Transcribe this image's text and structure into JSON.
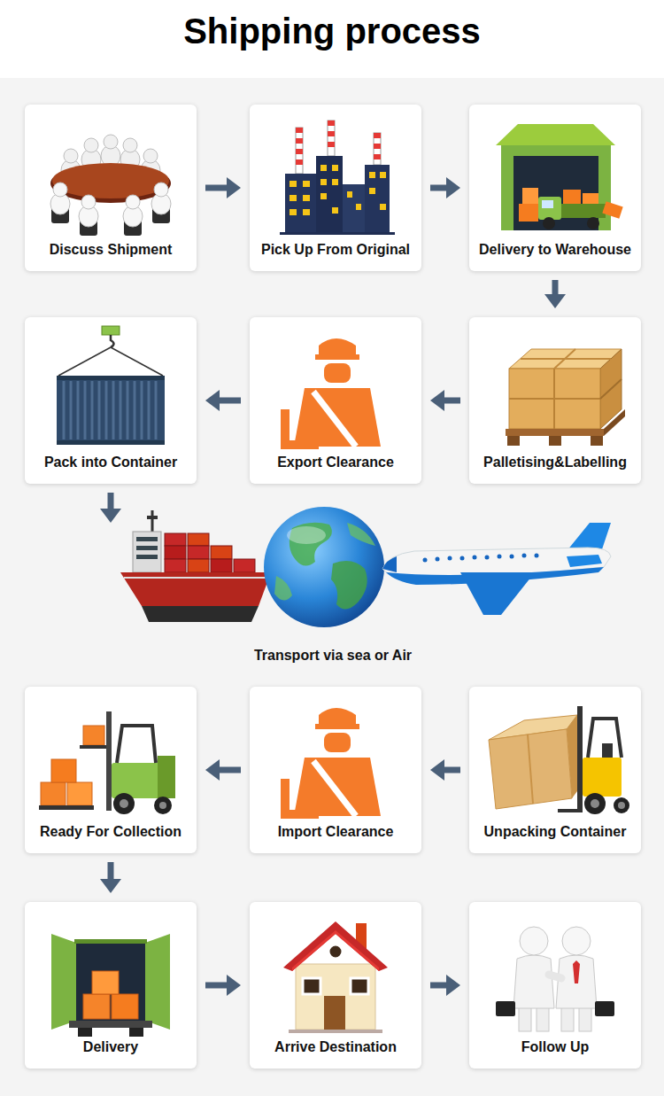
{
  "diagram": {
    "title": "Shipping process",
    "nodes": [
      {
        "text": [
          "Discuss Shipment"
        ]
      },
      {
        "text": [
          "Pick Up From Original"
        ]
      },
      {
        "text": [
          "Delivery to Warehouse"
        ]
      },
      {
        "text": [
          "Palletising&Labelling"
        ]
      },
      {
        "text": [
          "Export Clearance"
        ]
      },
      {
        "text": [
          "Pack into Container"
        ]
      },
      {
        "text": [
          "Transport via sea or Air"
        ]
      },
      {
        "text": [
          "Unpacking Container"
        ]
      },
      {
        "text": [
          "Import Clearance"
        ]
      },
      {
        "text": [
          "Ready For Collection"
        ]
      },
      {
        "text": [
          "Delivery"
        ]
      },
      {
        "text": [
          "Arrive Destination"
        ]
      },
      {
        "text": [
          "Follow Up"
        ]
      }
    ],
    "edges": [
      {
        "from": 0,
        "to": 1,
        "arrow": "to"
      },
      {
        "from": 1,
        "to": 2,
        "arrow": "to"
      },
      {
        "from": 2,
        "to": 3,
        "arrow": "to"
      },
      {
        "from": 3,
        "to": 4,
        "arrow": "to"
      },
      {
        "from": 4,
        "to": 5,
        "arrow": "to"
      },
      {
        "from": 5,
        "to": 6,
        "arrow": "to"
      },
      {
        "from": 7,
        "to": 8,
        "arrow": "to"
      },
      {
        "from": 8,
        "to": 9,
        "arrow": "to"
      },
      {
        "from": 9,
        "to": 10,
        "arrow": "to"
      },
      {
        "from": 10,
        "to": 11,
        "arrow": "to"
      },
      {
        "from": 11,
        "to": 12,
        "arrow": "to"
      }
    ]
  }
}
